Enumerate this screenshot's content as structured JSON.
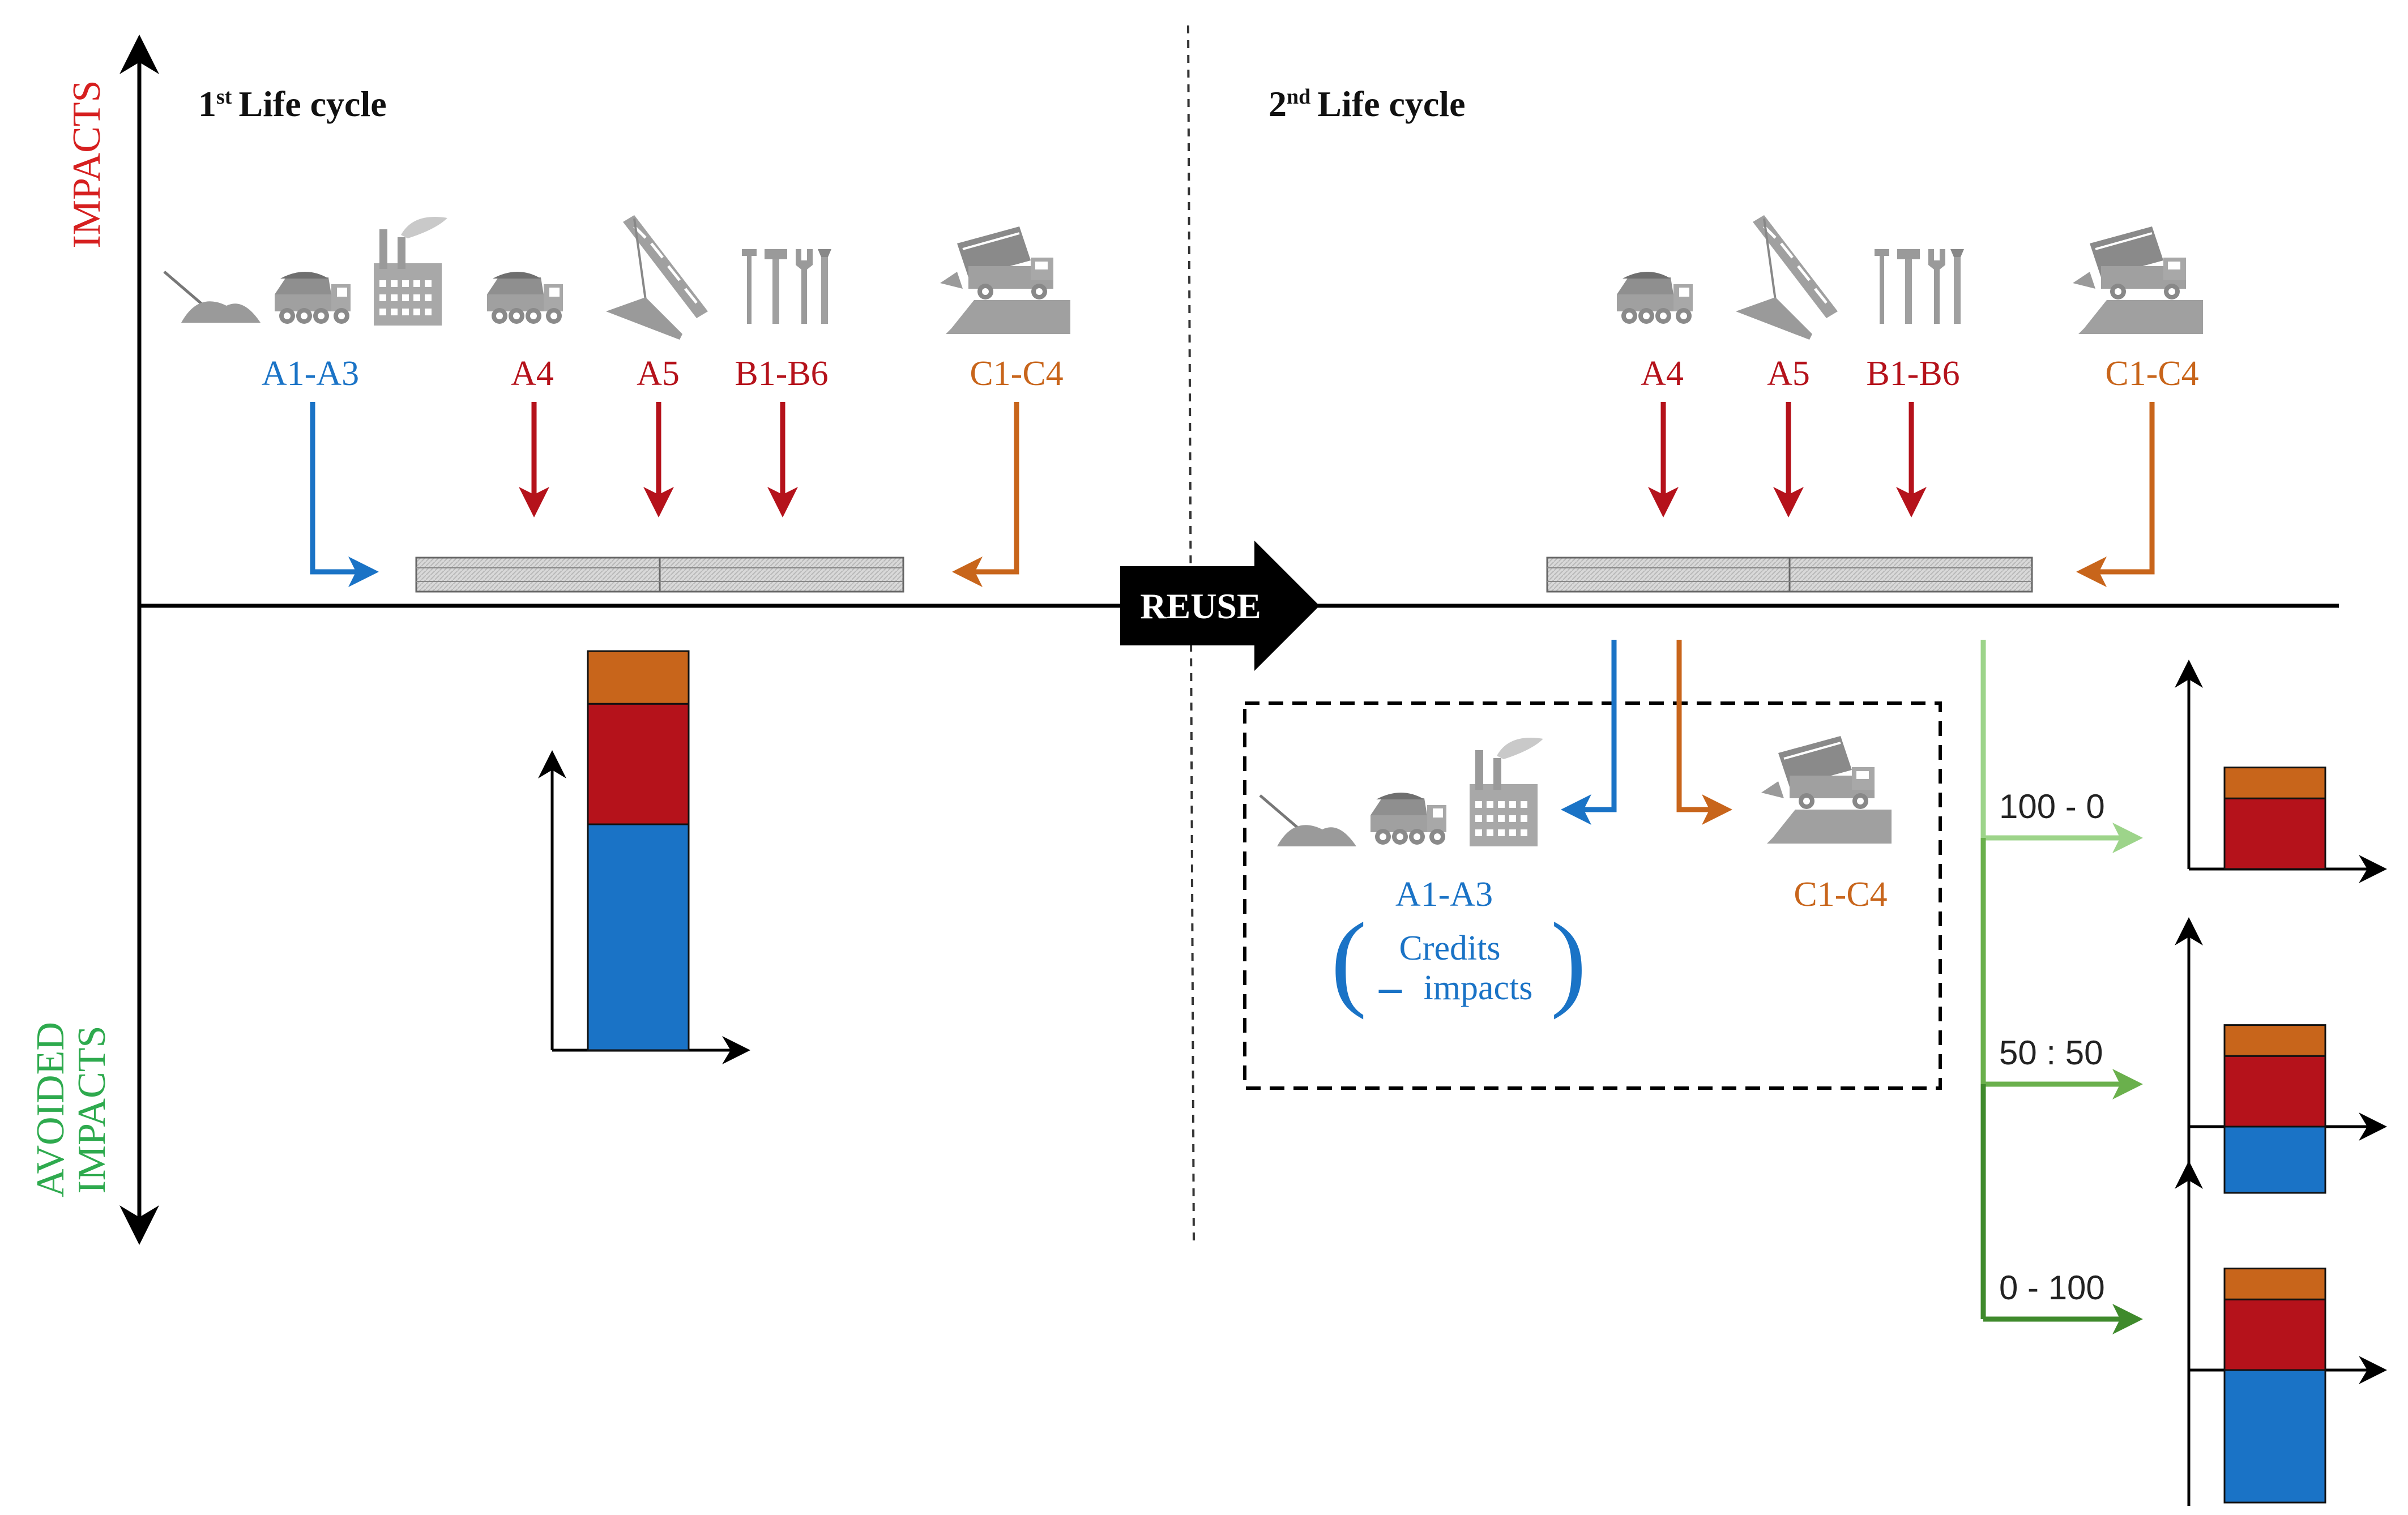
{
  "colors": {
    "production": "#1a73c6",
    "construction": "#b5121b",
    "use": "#b5121b",
    "end_of_life": "#c8651b",
    "impacts_label": "#d61f1f",
    "avoided_label": "#2eaa4e",
    "green_light": "#9dd48a",
    "green_mid": "#6ab04c",
    "green_dark": "#3f8a2c",
    "axis": "#000000",
    "icon": "#a0a0a0"
  },
  "axis": {
    "impacts_label": "IMPACTS",
    "avoided_line1": "AVOIDED",
    "avoided_line2": "IMPACTS"
  },
  "cycle1": {
    "title_prefix": "1",
    "title_sup": "st",
    "title_text": "Life cycle",
    "stages": [
      {
        "label": "A1-A3",
        "icon": "raw-material-factory-icon"
      },
      {
        "label": "A4",
        "icon": "dump-truck-icon"
      },
      {
        "label": "A5",
        "icon": "crane-icon"
      },
      {
        "label": "B1-B6",
        "icon": "tools-icon"
      },
      {
        "label": "C1-C4",
        "icon": "tipper-truck-icon"
      }
    ]
  },
  "cycle2": {
    "title_prefix": "2",
    "title_sup": "nd",
    "title_text": "Life cycle",
    "stages": [
      {
        "label": "A4",
        "icon": "dump-truck-icon"
      },
      {
        "label": "A5",
        "icon": "crane-icon"
      },
      {
        "label": "B1-B6",
        "icon": "tools-icon"
      },
      {
        "label": "C1-C4",
        "icon": "tipper-truck-icon"
      }
    ]
  },
  "reuse_label": "REUSE",
  "credits_box": {
    "a_label": "A1-A3",
    "c_label": "C1-C4",
    "credits_word": "Credits",
    "minus_sign": "–",
    "impacts_word": "impacts",
    "open_paren": "(",
    "close_paren": ")"
  },
  "allocations": [
    {
      "label": "100 - 0",
      "shading": "light"
    },
    {
      "label": "50 : 50",
      "shading": "medium"
    },
    {
      "label": "0 - 100",
      "shading": "dark"
    }
  ],
  "chart_data": [
    {
      "type": "bar",
      "title": "",
      "stack_order": [
        "end_of_life",
        "construction_use",
        "production"
      ],
      "orientation": "stacked-vertical",
      "segments": [
        {
          "stage": "production",
          "value": 3.0,
          "sign": "positive"
        },
        {
          "stage": "construction_use",
          "value": 1.6,
          "sign": "positive"
        },
        {
          "stage": "end_of_life",
          "value": 0.7,
          "sign": "positive"
        }
      ]
    },
    {
      "type": "bar",
      "allocation": "100 - 0",
      "segments": [
        {
          "stage": "construction_use",
          "value": 1.6,
          "sign": "positive"
        },
        {
          "stage": "end_of_life",
          "value": 0.7,
          "sign": "positive"
        }
      ]
    },
    {
      "type": "bar",
      "allocation": "50 : 50",
      "segments": [
        {
          "stage": "construction_use",
          "value": 1.6,
          "sign": "positive"
        },
        {
          "stage": "end_of_life",
          "value": 0.7,
          "sign": "positive"
        },
        {
          "stage": "production",
          "value": 1.5,
          "sign": "negative"
        }
      ]
    },
    {
      "type": "bar",
      "allocation": "0 - 100",
      "segments": [
        {
          "stage": "construction_use",
          "value": 1.6,
          "sign": "positive"
        },
        {
          "stage": "end_of_life",
          "value": 0.7,
          "sign": "positive"
        },
        {
          "stage": "production",
          "value": 3.0,
          "sign": "negative"
        }
      ]
    }
  ]
}
